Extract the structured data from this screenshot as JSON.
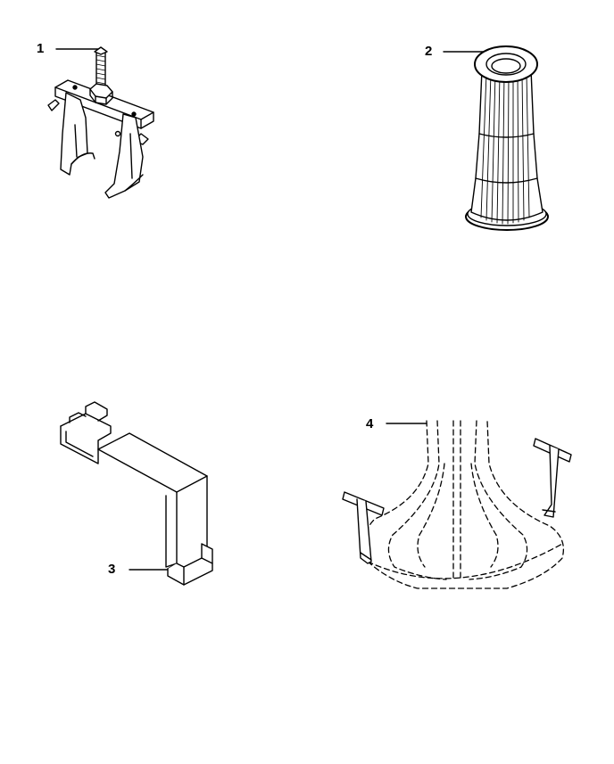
{
  "callouts": [
    {
      "number": "1",
      "part": "gear-puller"
    },
    {
      "number": "2",
      "part": "ribbed-tapered-tube"
    },
    {
      "number": "3",
      "part": "formed-bracket"
    },
    {
      "number": "4",
      "part": "dashed-outline-assembly-with-t-handles"
    }
  ],
  "colors": {
    "line": "#000000",
    "background": "#ffffff"
  }
}
